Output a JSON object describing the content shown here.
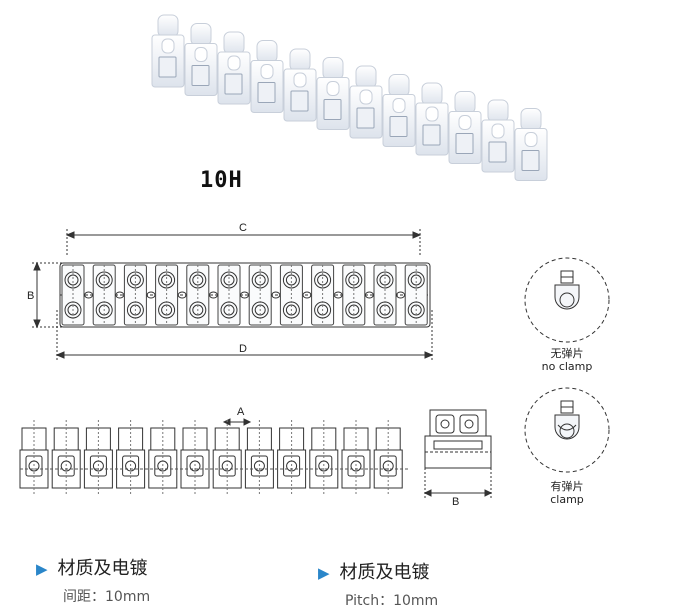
{
  "product": {
    "model": "10H"
  },
  "dimension_labels": {
    "top": "C",
    "bottom": "D",
    "left": "B",
    "pitch": "A",
    "side": "B"
  },
  "clamp_options": [
    {
      "cn": "无弹片",
      "en": "no clamp"
    },
    {
      "cn": "有弹片",
      "en": "clamp"
    }
  ],
  "sections": [
    {
      "title": "材质及电镀",
      "subtitle": "间距：10mm"
    },
    {
      "title": "材质及电镀",
      "subtitle": "Pitch：10mm"
    }
  ],
  "colors": {
    "accent": "#2a86c9",
    "plastic": "#f2f4f8",
    "line": "#333333"
  },
  "icons": {
    "section_marker": "triangle-right-icon"
  }
}
